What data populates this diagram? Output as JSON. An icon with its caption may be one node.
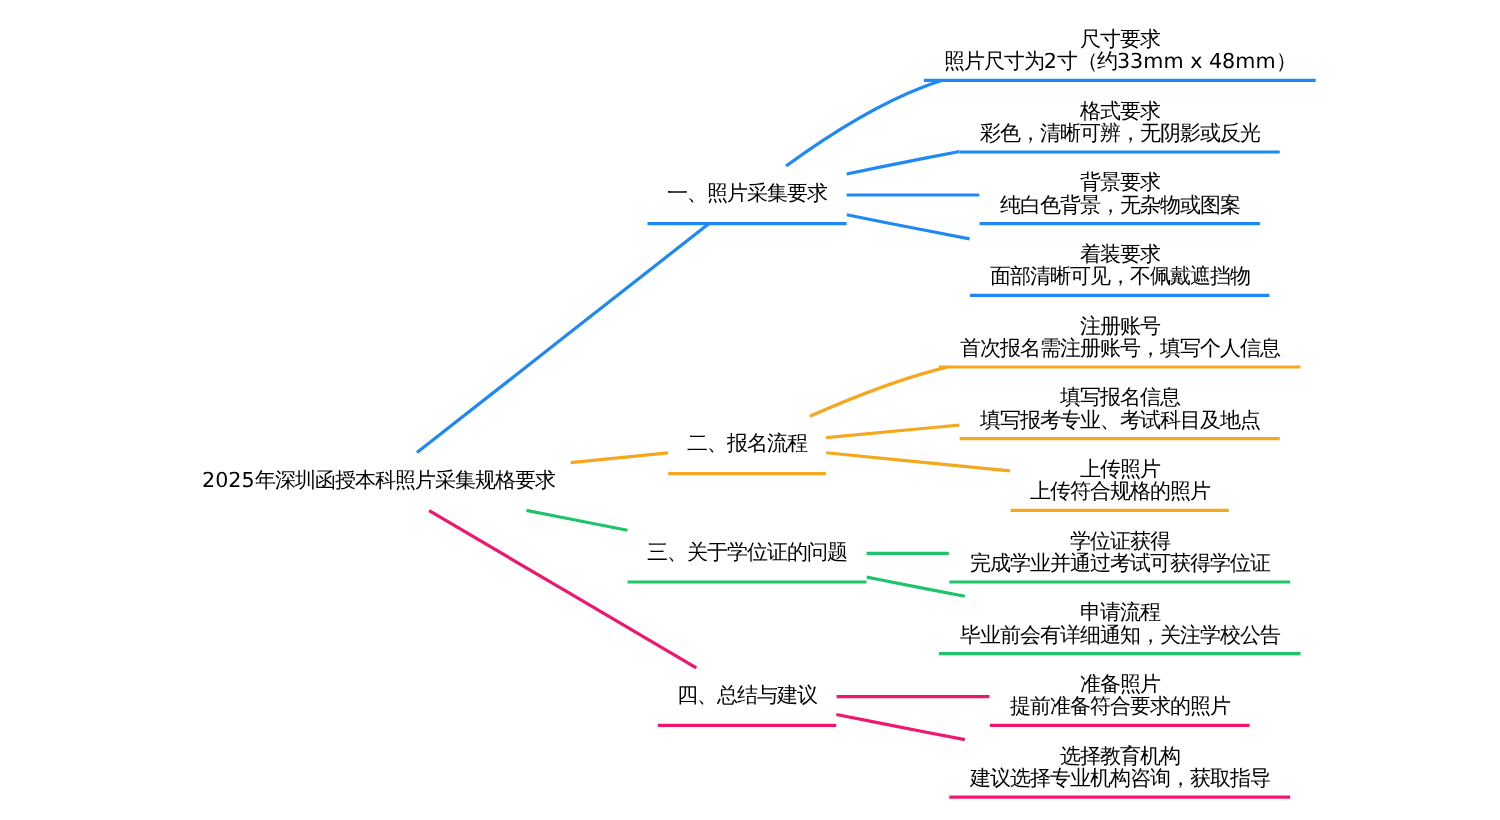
{
  "diagram": {
    "nodes": [
      {
        "text": [
          "2025年深圳函授本科照片采集规格要求"
        ]
      },
      {
        "text": [
          "一、照片采集要求"
        ]
      },
      {
        "text": [
          "尺寸要求",
          "照片尺寸为2寸（约33mm x 48mm）"
        ]
      },
      {
        "text": [
          "格式要求",
          "彩色，清晰可辨，无阴影或反光"
        ]
      },
      {
        "text": [
          "背景要求",
          "纯白色背景，无杂物或图案"
        ]
      },
      {
        "text": [
          "着装要求",
          "面部清晰可见，不佩戴遮挡物"
        ]
      },
      {
        "text": [
          "二、报名流程"
        ]
      },
      {
        "text": [
          "注册账号",
          "首次报名需注册账号，填写个人信息"
        ]
      },
      {
        "text": [
          "填写报名信息",
          "填写报考专业、考试科目及地点"
        ]
      },
      {
        "text": [
          "上传照片",
          "上传符合规格的照片"
        ]
      },
      {
        "text": [
          "三、关于学位证的问题"
        ]
      },
      {
        "text": [
          "学位证获得",
          "完成学业并通过考试可获得学位证"
        ]
      },
      {
        "text": [
          "申请流程",
          "毕业前会有详细通知，关注学校公告"
        ]
      },
      {
        "text": [
          "四、总结与建议"
        ]
      },
      {
        "text": [
          "准备照片",
          "提前准备符合要求的照片"
        ]
      },
      {
        "text": [
          "选择教育机构",
          "建议选择专业机构咨询，获取指导"
        ]
      }
    ],
    "edges": [
      {
        "from": 0,
        "to": 1,
        "arrow": "none",
        "color": "#1e88f5"
      },
      {
        "from": 1,
        "to": 2,
        "arrow": "none",
        "color": "#1e88f5"
      },
      {
        "from": 1,
        "to": 3,
        "arrow": "none",
        "color": "#1e88f5"
      },
      {
        "from": 1,
        "to": 4,
        "arrow": "none",
        "color": "#1e88f5"
      },
      {
        "from": 1,
        "to": 5,
        "arrow": "none",
        "color": "#1e88f5"
      },
      {
        "from": 0,
        "to": 6,
        "arrow": "none",
        "color": "#f5a81e"
      },
      {
        "from": 6,
        "to": 7,
        "arrow": "none",
        "color": "#f5a81e"
      },
      {
        "from": 6,
        "to": 8,
        "arrow": "none",
        "color": "#f5a81e"
      },
      {
        "from": 6,
        "to": 9,
        "arrow": "none",
        "color": "#f5a81e"
      },
      {
        "from": 0,
        "to": 10,
        "arrow": "none",
        "color": "#1ec46a"
      },
      {
        "from": 10,
        "to": 11,
        "arrow": "none",
        "color": "#1ec46a"
      },
      {
        "from": 10,
        "to": 12,
        "arrow": "none",
        "color": "#1ec46a"
      },
      {
        "from": 0,
        "to": 13,
        "arrow": "none",
        "color": "#f0166e"
      },
      {
        "from": 13,
        "to": 14,
        "arrow": "none",
        "color": "#f0166e"
      },
      {
        "from": 13,
        "to": 15,
        "arrow": "none",
        "color": "#f0166e"
      }
    ]
  }
}
